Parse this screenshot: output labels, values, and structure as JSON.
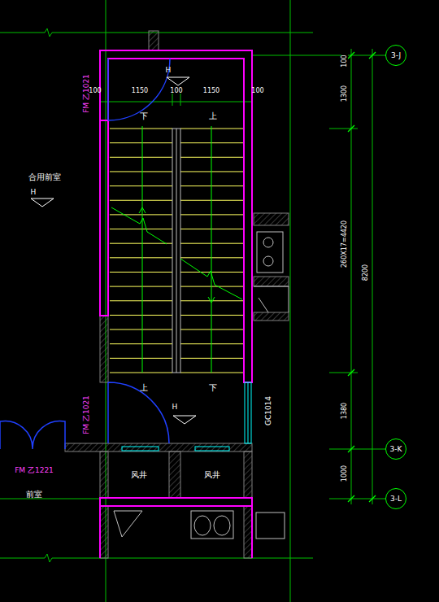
{
  "diagram": {
    "nodes": [
      {
        "text": [
          "3-J"
        ]
      },
      {
        "text": [
          "3-K"
        ]
      },
      {
        "text": [
          "3-L"
        ]
      },
      {
        "text": [
          "风井"
        ]
      },
      {
        "text": [
          "风井"
        ]
      }
    ],
    "labels": [
      "H",
      "100",
      "1150",
      "100",
      "1150",
      "100",
      "下",
      "上",
      "FM 乙1021",
      "合用前室",
      "H",
      "上",
      "下",
      "FM 乙1021",
      "H",
      "GC1014",
      "FM 乙1221",
      "前室",
      "100",
      "1300",
      "260X17=4420",
      "8200",
      "1380",
      "1000"
    ]
  }
}
